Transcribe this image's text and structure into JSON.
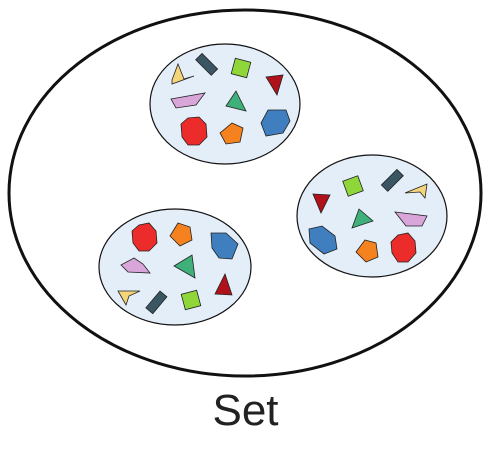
{
  "label": "Set",
  "colors": {
    "outline": "#111111",
    "subset_fill": "#e4eef9",
    "background": "#ffffff"
  },
  "subsets": [
    {
      "name": "subset-top",
      "shapes": [
        {
          "kind": "yellow-triangle-icon",
          "color": "#f4d57a"
        },
        {
          "kind": "dark-bar-icon",
          "color": "#3b5663"
        },
        {
          "kind": "green-square-icon",
          "color": "#8fd63a"
        },
        {
          "kind": "red-triangle-icon",
          "color": "#b0121b"
        },
        {
          "kind": "pink-parallelogram-icon",
          "color": "#d9a6da"
        },
        {
          "kind": "teal-triangle-icon",
          "color": "#3fb07a"
        },
        {
          "kind": "red-octagon-icon",
          "color": "#ec2b2b"
        },
        {
          "kind": "orange-pentagon-icon",
          "color": "#f5821f"
        },
        {
          "kind": "blue-hexagon-icon",
          "color": "#3f7fbf"
        }
      ]
    },
    {
      "name": "subset-right",
      "shapes": [
        {
          "kind": "red-triangle-icon",
          "color": "#b0121b"
        },
        {
          "kind": "green-square-icon",
          "color": "#8fd63a"
        },
        {
          "kind": "dark-bar-icon",
          "color": "#3b5663"
        },
        {
          "kind": "yellow-triangle-icon",
          "color": "#f4d57a"
        },
        {
          "kind": "teal-triangle-icon",
          "color": "#3fb07a"
        },
        {
          "kind": "pink-parallelogram-icon",
          "color": "#d9a6da"
        },
        {
          "kind": "blue-hexagon-icon",
          "color": "#3f7fbf"
        },
        {
          "kind": "orange-pentagon-icon",
          "color": "#f5821f"
        },
        {
          "kind": "red-octagon-icon",
          "color": "#ec2b2b"
        }
      ]
    },
    {
      "name": "subset-left",
      "shapes": [
        {
          "kind": "red-octagon-icon",
          "color": "#ec2b2b"
        },
        {
          "kind": "orange-pentagon-icon",
          "color": "#f5821f"
        },
        {
          "kind": "blue-hexagon-icon",
          "color": "#3f7fbf"
        },
        {
          "kind": "pink-parallelogram-icon",
          "color": "#d9a6da"
        },
        {
          "kind": "teal-triangle-icon",
          "color": "#3fb07a"
        },
        {
          "kind": "red-triangle-icon",
          "color": "#b0121b"
        },
        {
          "kind": "yellow-triangle-icon",
          "color": "#f4d57a"
        },
        {
          "kind": "dark-bar-icon",
          "color": "#3b5663"
        },
        {
          "kind": "green-square-icon",
          "color": "#8fd63a"
        }
      ]
    }
  ]
}
